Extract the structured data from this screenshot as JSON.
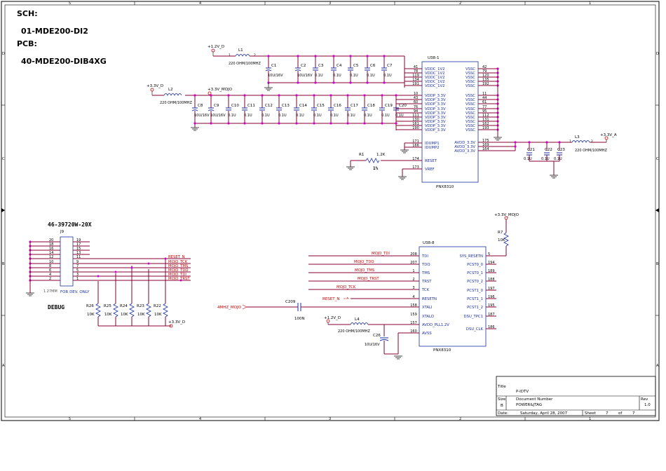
{
  "header": {
    "sch_label": "SCH:",
    "sch_value": "01-MDE200-DI2",
    "pcb_label": "PCB:",
    "pcb_value": "40-MDE200-DIB4XG"
  },
  "border": {
    "cols_top": [
      "5",
      "4",
      "3",
      "2",
      "1"
    ],
    "rows_side": [
      "D",
      "C",
      "B",
      "A"
    ]
  },
  "power": {
    "u38_1": {
      "ref": "U38-1",
      "part": "PNX8310",
      "left_pins": [
        {
          "num": "41",
          "name": "VDDC_1V2"
        },
        {
          "num": "78",
          "name": "VDDC_1V2"
        },
        {
          "num": "119",
          "name": "VDDC_1V2"
        },
        {
          "num": "134",
          "name": "VDDC_1V2"
        },
        {
          "num": "191",
          "name": "VDDC_1V2"
        },
        {
          "num": "10",
          "name": "VDDP_3.3V"
        },
        {
          "num": "43",
          "name": "VDDP_3.3V"
        },
        {
          "num": "60",
          "name": "VDDP_3.3V"
        },
        {
          "num": "76",
          "name": "VDDP_3.3V"
        },
        {
          "num": "94",
          "name": "VDDP_3.3V"
        },
        {
          "num": "111",
          "name": "VDDP_3.3V"
        },
        {
          "num": "130",
          "name": "VDDP_3.3V"
        },
        {
          "num": "161",
          "name": "VDDP_3.3V"
        },
        {
          "num": "190",
          "name": "VDDP_3.3V"
        },
        {
          "num": "171",
          "name": "IDUMP1"
        },
        {
          "num": "166",
          "name": "IDUMP2"
        },
        {
          "num": "174",
          "name": "RESET"
        },
        {
          "num": "173",
          "name": "VREF"
        }
      ],
      "right_pins": [
        {
          "num": "42",
          "name": "VSSC"
        },
        {
          "num": "79",
          "name": "VSSC"
        },
        {
          "num": "120",
          "name": "VSSC"
        },
        {
          "num": "135",
          "name": "VSSC"
        },
        {
          "num": "192",
          "name": "VSSC"
        },
        {
          "num": "11",
          "name": "VSSC"
        },
        {
          "num": "44",
          "name": "VSSC"
        },
        {
          "num": "61",
          "name": "VSSC"
        },
        {
          "num": "77",
          "name": "VSSC"
        },
        {
          "num": "95",
          "name": "VSSC"
        },
        {
          "num": "112",
          "name": "VSSC"
        },
        {
          "num": "131",
          "name": "VSSC"
        },
        {
          "num": "162",
          "name": "VSSC"
        },
        {
          "num": "193",
          "name": "VSSC"
        },
        {
          "num": "175",
          "name": "AVDD_3.3V"
        },
        {
          "num": "169",
          "name": "AVDD_3.3V"
        },
        {
          "num": "164",
          "name": "AVDD_3.3V"
        }
      ]
    },
    "l1": {
      "ref": "L1",
      "value": "220 OHM/100MHZ",
      "rail": "+1.2V_D"
    },
    "l2": {
      "ref": "L2",
      "value": "220 OHM/100MHZ",
      "rail": "+3.3V_D"
    },
    "l3": {
      "ref": "L3",
      "value": "220 OHM/100MHZ",
      "rail": "+3.3V_A"
    },
    "mojo_rail": "+3.3V_MOJO",
    "caps_1v2": [
      {
        "ref": "C1",
        "value": "10U/16V"
      },
      {
        "ref": "C2",
        "value": "10U/16V"
      },
      {
        "ref": "C3",
        "value": "0.1U"
      },
      {
        "ref": "C4",
        "value": "0.1U"
      },
      {
        "ref": "C5",
        "value": "0.1U"
      },
      {
        "ref": "C6",
        "value": "0.1U"
      },
      {
        "ref": "C7",
        "value": "0.1U"
      }
    ],
    "caps_3v3": [
      {
        "ref": "C8",
        "value": "10U/16V"
      },
      {
        "ref": "C9",
        "value": "10U/16V"
      },
      {
        "ref": "C10",
        "value": "0.1U"
      },
      {
        "ref": "C11",
        "value": "0.1U"
      },
      {
        "ref": "C12",
        "value": "0.1U"
      },
      {
        "ref": "C13",
        "value": "0.1U"
      },
      {
        "ref": "C14",
        "value": "0.1U"
      },
      {
        "ref": "C15",
        "value": "0.1U"
      },
      {
        "ref": "C16",
        "value": "0.1U"
      },
      {
        "ref": "C17",
        "value": "0.1U"
      },
      {
        "ref": "C18",
        "value": "0.1U"
      },
      {
        "ref": "C19",
        "value": "0.1U"
      },
      {
        "ref": "C20",
        "value": "0.1U"
      }
    ],
    "caps_avdd": [
      {
        "ref": "C21",
        "value": "0.1U"
      },
      {
        "ref": "C22",
        "value": "0.1U"
      },
      {
        "ref": "C23",
        "value": "0.1U"
      }
    ],
    "r1": {
      "ref": "R1",
      "value": "1.2K",
      "tol": "1%"
    }
  },
  "debug": {
    "header_pn": "46-39720W-20X",
    "connector_ref": "J9",
    "pitch_note": "1.27MM",
    "dev_note": "FOR DEV. ONLY",
    "section_title": "DEBUG",
    "left_pins": [
      "20",
      "18",
      "16",
      "14",
      "12",
      "10",
      "8",
      "6",
      "4",
      "2"
    ],
    "right_pins": [
      "19",
      "17",
      "15",
      "13",
      "11",
      "9",
      "7",
      "5",
      "3",
      "1"
    ],
    "nets": [
      "RESET_N",
      "MOJO_TCK",
      "MOJO_TMS",
      "MOJO_TDO",
      "MOJO_TDI",
      "MOJO_TRST"
    ],
    "resistors": [
      {
        "ref": "R26",
        "value": "10K"
      },
      {
        "ref": "R25",
        "value": "10K"
      },
      {
        "ref": "R24",
        "value": "10K"
      },
      {
        "ref": "R23",
        "value": "10K"
      },
      {
        "ref": "R22",
        "value": "10K"
      }
    ],
    "pullup_rail": "+3.3V_D"
  },
  "jtag": {
    "u38_8": {
      "ref": "U38-8",
      "part": "PNX8310",
      "left_pins": [
        {
          "num": "208",
          "name": "TDI",
          "net": "MOJO_TDI"
        },
        {
          "num": "207",
          "name": "TDO",
          "net": "MOJO_TDO"
        },
        {
          "num": "1",
          "name": "TMS",
          "net": "MOJO_TMS"
        },
        {
          "num": "2",
          "name": "TRST",
          "net": "MOJO_TRST"
        },
        {
          "num": "3",
          "name": "TCK",
          "net": "MOJO_TCK"
        },
        {
          "num": "4",
          "name": "RESETN",
          "net": "RESET_N"
        },
        {
          "num": "158",
          "name": "XTALI",
          "net": ""
        },
        {
          "num": "159",
          "name": "XTALO",
          "net": ""
        },
        {
          "num": "157",
          "name": "AVDD_PLL1.2V",
          "net": ""
        },
        {
          "num": "160",
          "name": "AVSS",
          "net": ""
        }
      ],
      "right_pins": [
        {
          "num": "5",
          "name": "SYS_RESETN"
        },
        {
          "num": "194",
          "name": "PCST0_0"
        },
        {
          "num": "189",
          "name": "PCST0_1"
        },
        {
          "num": "188",
          "name": "PCST0_2"
        },
        {
          "num": "197",
          "name": "PCST1_0"
        },
        {
          "num": "196",
          "name": "PCST1_1"
        },
        {
          "num": "195",
          "name": "PCST1_2"
        },
        {
          "num": "187",
          "name": "DSU_TPC1"
        },
        {
          "num": "186",
          "name": "DSU_CLK"
        }
      ]
    },
    "r7": {
      "ref": "R7",
      "value": "10K",
      "rail": "+3.3V_MOJO"
    },
    "reset_net": "RESET_N",
    "clock_net": "4MHZ_MOJO",
    "c209": {
      "ref": "C209",
      "value": "100N"
    },
    "l4": {
      "ref": "L4",
      "value": "220 OHM/100MHZ",
      "rail": "+1.2V_D"
    },
    "c26": {
      "ref": "C26",
      "value": "10U/16V"
    }
  },
  "title_block": {
    "title_label": "Title",
    "title": "P-IDTV",
    "size_label": "Size",
    "size": "B",
    "docnum_label": "Document Number",
    "docnum": "POWER&JTAG",
    "rev_label": "Rev",
    "rev": "1.0",
    "date_label": "Date:",
    "date": "Saturday, April 28, 2007",
    "sheet_label": "Sheet",
    "sheet": "7",
    "of_label": "of",
    "sheets": "7"
  },
  "colors": {
    "wire": "#8b0033",
    "junction": "#d000d0",
    "symbol": "#1a2fa0",
    "net": "#cc0000",
    "text": "#000000",
    "rail": "#cc0000"
  }
}
